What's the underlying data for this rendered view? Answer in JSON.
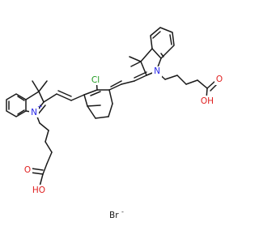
{
  "molecule": {
    "atoms": [
      {
        "id": "n_left",
        "symbol": "N",
        "charge": "+",
        "color": "#2525e8"
      },
      {
        "id": "n_right",
        "symbol": "N",
        "color": "#2525e8"
      },
      {
        "id": "cl",
        "symbol": "Cl",
        "color": "#1f9a1f"
      },
      {
        "id": "o_left_double",
        "symbol": "O",
        "color": "#e02020"
      },
      {
        "id": "oh_left",
        "symbol": "HO",
        "color": "#e02020"
      },
      {
        "id": "o_right_double",
        "symbol": "O",
        "color": "#e02020"
      },
      {
        "id": "oh_right",
        "symbol": "OH",
        "color": "#e02020"
      }
    ],
    "counter_ion": {
      "symbol": "Br",
      "charge": "-",
      "color": "#1a1a1a"
    }
  }
}
